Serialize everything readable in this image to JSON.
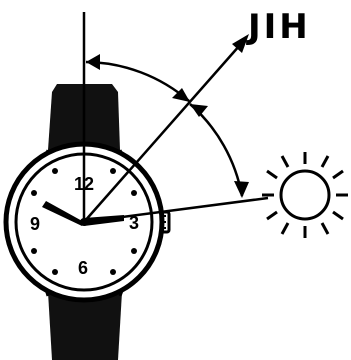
{
  "diagram": {
    "direction_label": "JIH",
    "dial_numbers": {
      "twelve": "12",
      "three": "3",
      "six": "6",
      "nine": "9"
    },
    "icons": [
      "wristwatch-icon",
      "sun-icon",
      "arrow-icon"
    ],
    "colors": {
      "ink": "#000000",
      "background": "#ffffff"
    }
  }
}
